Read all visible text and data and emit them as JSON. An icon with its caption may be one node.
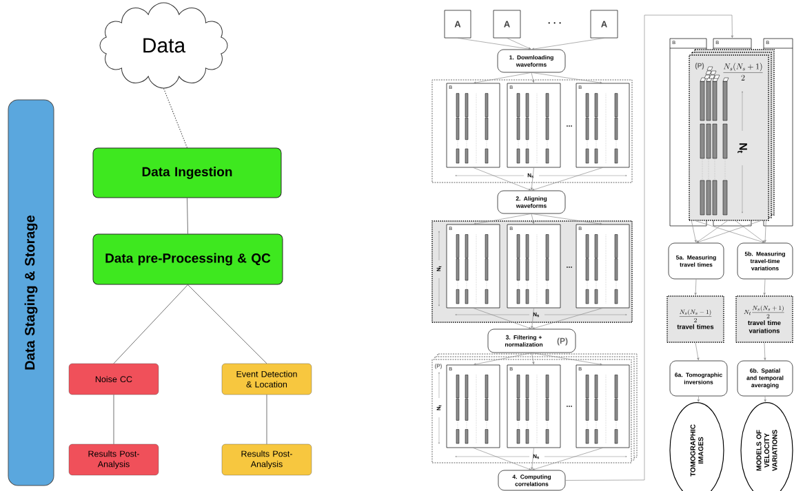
{
  "diagram": {
    "nodes": [
      {
        "text": [
          "Data Staging & Storage"
        ]
      },
      {
        "text": [
          "Data"
        ]
      },
      {
        "text": [
          "Data Ingestion"
        ]
      },
      {
        "text": [
          "Data pre-Processing & QC"
        ]
      },
      {
        "text": [
          "Noise CC"
        ]
      },
      {
        "text": [
          "Event Detection & Location"
        ]
      },
      {
        "text": [
          "Results Post-Analysis"
        ]
      },
      {
        "text": [
          "Results Post-Analysis"
        ]
      },
      {
        "text": [
          "A"
        ]
      },
      {
        "text": [
          "A"
        ]
      },
      {
        "text": [
          "A"
        ]
      },
      {
        "text": [
          "1. Downloading waveforms"
        ]
      },
      {
        "text": [],
        "shape": "box"
      },
      {
        "text": [
          "B"
        ],
        "in": 12
      },
      {
        "text": [
          "B"
        ],
        "in": 12
      },
      {
        "text": [
          "B"
        ],
        "in": 12
      },
      {
        "text": [
          "2. Aligning waveforms"
        ]
      },
      {
        "text": [],
        "shape": "box"
      },
      {
        "text": [
          "B"
        ],
        "in": 17
      },
      {
        "text": [
          "B"
        ],
        "in": 17
      },
      {
        "text": [
          "B"
        ],
        "in": 17
      },
      {
        "text": [
          "3. Filtering + normalization",
          "(P)"
        ]
      },
      {
        "text": [
          "(P)"
        ]
      },
      {
        "text": [
          "B"
        ],
        "in": 22
      },
      {
        "text": [
          "B"
        ],
        "in": 22
      },
      {
        "text": [
          "B"
        ],
        "in": 22
      },
      {
        "text": [
          "4. Computing correlations"
        ]
      },
      {
        "text": [
          "B"
        ]
      },
      {
        "text": [
          "B"
        ]
      },
      {
        "text": [
          "B"
        ]
      },
      {
        "text": [
          "(P)",
          "\\frac{N_{s}(N_{s}+1)}{2}",
          "N$_{t}$"
        ]
      },
      {
        "text": [
          "5a. Measuring travel times"
        ]
      },
      {
        "text": [
          "5b. Measuring travel-time variations"
        ]
      },
      {
        "text": [
          "\\frac{N_{s}(N_{s}-1)}{2}",
          "travel times"
        ]
      },
      {
        "text": [
          "N_{t}\\frac{N_{s}(N_{s}+1)}{2}",
          "travel time variations"
        ]
      },
      {
        "text": [
          "6a. Tomographic inversions"
        ]
      },
      {
        "text": [
          "6b. Spatial and temporal averaging"
        ]
      },
      {
        "text": [
          "TOMOGRAPHIC IMAGES"
        ]
      },
      {
        "text": [
          "MODELS OF VELOCITY VARIATIONS"
        ]
      }
    ],
    "edges": [
      {
        "from": 1,
        "to": 2,
        "arrow": "none",
        "style": "dashed",
        "color": "#333333"
      },
      {
        "from": 2,
        "to": 3,
        "arrow": "none",
        "color": "#333333"
      },
      {
        "from": 3,
        "to": 4,
        "arrow": "none",
        "color": "#333333"
      },
      {
        "from": 3,
        "to": 5,
        "arrow": "none",
        "color": "#333333"
      },
      {
        "from": 4,
        "to": 6,
        "arrow": "none",
        "color": "#333333"
      },
      {
        "from": 5,
        "to": 7,
        "arrow": "none",
        "color": "#333333"
      },
      {
        "from": 8,
        "to": 11,
        "arrow": "to"
      },
      {
        "from": 9,
        "to": 11,
        "arrow": "to"
      },
      {
        "from": 10,
        "to": 11,
        "arrow": "to"
      },
      {
        "from": 11,
        "to": 13,
        "arrow": "to"
      },
      {
        "from": 11,
        "to": 14,
        "arrow": "to"
      },
      {
        "from": 11,
        "to": 15,
        "arrow": "to"
      },
      {
        "from": 13,
        "to": 16,
        "arrow": "to"
      },
      {
        "from": 14,
        "to": 16,
        "arrow": "to"
      },
      {
        "from": 15,
        "to": 16,
        "arrow": "to"
      },
      {
        "from": 16,
        "to": 18,
        "arrow": "to"
      },
      {
        "from": 16,
        "to": 19,
        "arrow": "to"
      },
      {
        "from": 16,
        "to": 20,
        "arrow": "to"
      },
      {
        "from": 18,
        "to": 21,
        "arrow": "to"
      },
      {
        "from": 19,
        "to": 21,
        "arrow": "to"
      },
      {
        "from": 20,
        "to": 21,
        "arrow": "to"
      },
      {
        "from": 21,
        "to": 23,
        "arrow": "to"
      },
      {
        "from": 21,
        "to": 24,
        "arrow": "to"
      },
      {
        "from": 21,
        "to": 25,
        "arrow": "to"
      },
      {
        "from": 23,
        "to": 26,
        "arrow": "to"
      },
      {
        "from": 24,
        "to": 26,
        "arrow": "to"
      },
      {
        "from": 25,
        "to": 26,
        "arrow": "to"
      },
      {
        "from": 26,
        "to": 28,
        "arrow": "to"
      },
      {
        "from": 30,
        "to": 31,
        "arrow": "to"
      },
      {
        "from": 30,
        "to": 32,
        "arrow": "to"
      },
      {
        "from": 30,
        "to": 31,
        "arrow": "to"
      },
      {
        "from": 30,
        "to": 32,
        "arrow": "to"
      },
      {
        "from": 30,
        "to": 31,
        "arrow": "to"
      },
      {
        "from": 30,
        "to": 32,
        "arrow": "to"
      },
      {
        "from": 31,
        "to": 33,
        "arrow": "to"
      },
      {
        "from": 33,
        "to": 35,
        "arrow": "to"
      },
      {
        "from": 35,
        "to": 37,
        "arrow": "to"
      },
      {
        "from": 32,
        "to": 34,
        "arrow": "to"
      },
      {
        "from": 34,
        "to": 36,
        "arrow": "to"
      },
      {
        "from": 36,
        "to": 38,
        "arrow": "to"
      }
    ],
    "labels": [
      "· · ·",
      "...",
      "N$_{s}$",
      "N$_{t}$",
      "...",
      "N$_{s}$",
      "N$_{t}$",
      "...",
      "N$_{s}$"
    ]
  }
}
